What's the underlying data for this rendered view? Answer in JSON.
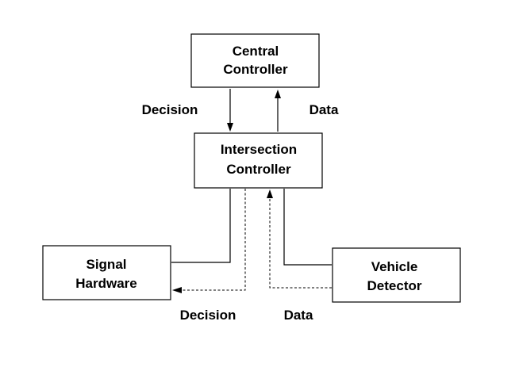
{
  "nodes": {
    "central_controller": {
      "line1": "Central",
      "line2": "Controller"
    },
    "intersection_controller": {
      "line1": "Intersection",
      "line2": "Controller"
    },
    "signal_hardware": {
      "line1": "Signal",
      "line2": "Hardware"
    },
    "vehicle_detector": {
      "line1": "Vehicle",
      "line2": "Detector"
    }
  },
  "edge_labels": {
    "top_decision": "Decision",
    "top_data": "Data",
    "bottom_decision": "Decision",
    "bottom_data": "Data"
  }
}
